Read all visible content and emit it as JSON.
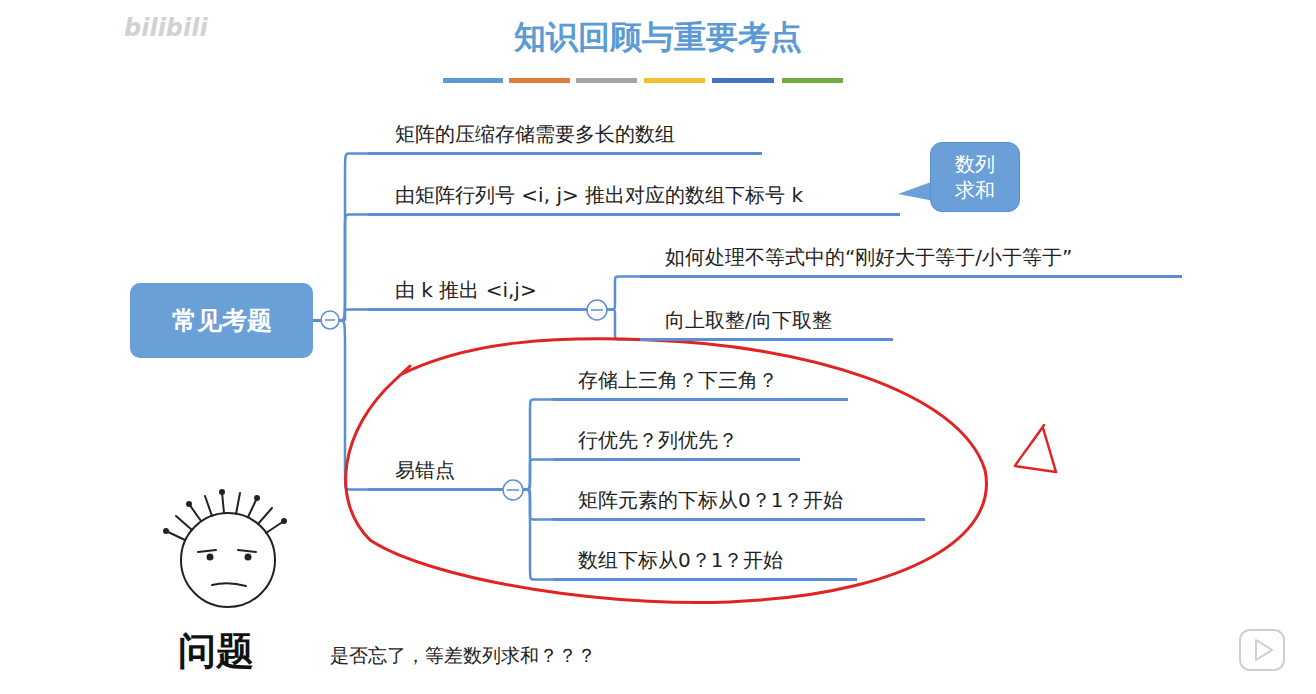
{
  "diagram": {
    "title": "知识回顾与重要考点",
    "nodes": [
      {
        "text": [
          "常见考题"
        ]
      },
      {
        "text": [
          "矩阵的压缩存储需要多长的数组"
        ]
      },
      {
        "text": [
          "由矩阵行列号 <i, j> 推出对应的数组下标号 k"
        ]
      },
      {
        "text": [
          "数列求和"
        ]
      },
      {
        "text": [
          "由 k 推出 <i,j>"
        ]
      },
      {
        "text": [
          "如何处理不等式中的“刚好大于等于/小于等于”"
        ]
      },
      {
        "text": [
          "向上取整/向下取整"
        ]
      },
      {
        "text": [
          "易错点"
        ]
      },
      {
        "text": [
          "存储上三角？下三角？"
        ]
      },
      {
        "text": [
          "行优先？列优先？"
        ]
      },
      {
        "text": [
          "矩阵元素的下标从0？1？开始"
        ]
      },
      {
        "text": [
          "数组下标从0？1？开始"
        ]
      }
    ],
    "edges": [
      {
        "from": 0,
        "to": 1,
        "arrow": "none"
      },
      {
        "from": 0,
        "to": 2,
        "arrow": "none"
      },
      {
        "from": 0,
        "to": 4,
        "arrow": "none"
      },
      {
        "from": 0,
        "to": 7,
        "arrow": "none"
      },
      {
        "from": 4,
        "to": 5,
        "arrow": "none"
      },
      {
        "from": 4,
        "to": 6,
        "arrow": "none"
      },
      {
        "from": 7,
        "to": 8,
        "arrow": "none"
      },
      {
        "from": 7,
        "to": 9,
        "arrow": "none"
      },
      {
        "from": 7,
        "to": 10,
        "arrow": "none"
      },
      {
        "from": 7,
        "to": 11,
        "arrow": "none"
      }
    ],
    "labels": [
      "bilibili",
      "问题",
      "是否忘了，等差数列求和？？？"
    ]
  }
}
